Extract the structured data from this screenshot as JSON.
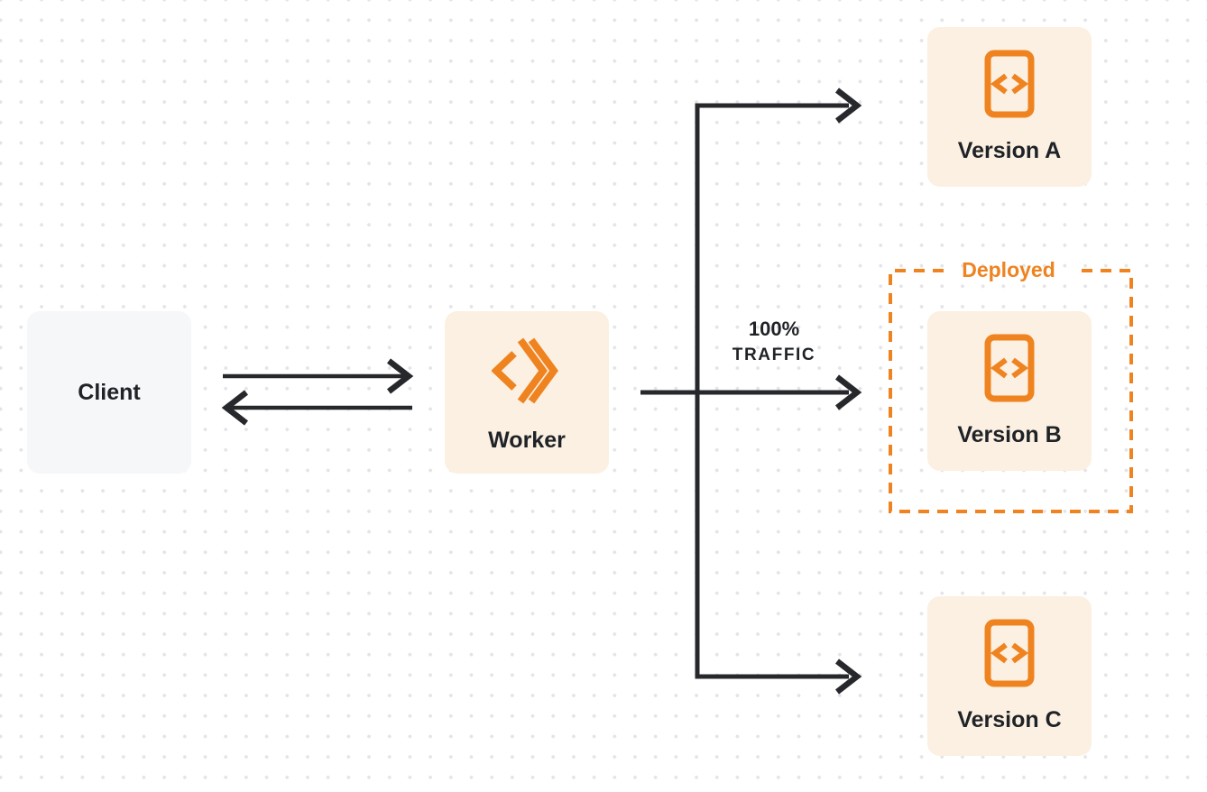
{
  "title": "Worker version traffic routing diagram",
  "colors": {
    "background": "#ffffff",
    "dot_grid": "#e4e4e8",
    "arrow": "#26282b",
    "orange": "#ef8320",
    "cream_box": "#fbf0e2",
    "gray_box": "#f6f7f8",
    "text_dark": "#1f2226"
  },
  "nodes": {
    "client": {
      "label": "Client"
    },
    "worker": {
      "label": "Worker",
      "icon": "workers-logo-icon"
    },
    "version_a": {
      "label": "Version A",
      "icon": "code-document-icon"
    },
    "version_b": {
      "label": "Version B",
      "icon": "code-document-icon",
      "badge": "Deployed"
    },
    "version_c": {
      "label": "Version C",
      "icon": "code-document-icon"
    }
  },
  "annotations": {
    "deployed_label": "Deployed",
    "traffic_percent": "100%",
    "traffic_word": "TRAFFIC"
  },
  "edges": [
    {
      "from": "client",
      "to": "worker",
      "direction": "bidirectional",
      "label": ""
    },
    {
      "from": "worker",
      "to": "version_a",
      "direction": "forward",
      "label": ""
    },
    {
      "from": "worker",
      "to": "version_b",
      "direction": "forward",
      "label": "100% TRAFFIC"
    },
    {
      "from": "worker",
      "to": "version_c",
      "direction": "forward",
      "label": ""
    }
  ]
}
